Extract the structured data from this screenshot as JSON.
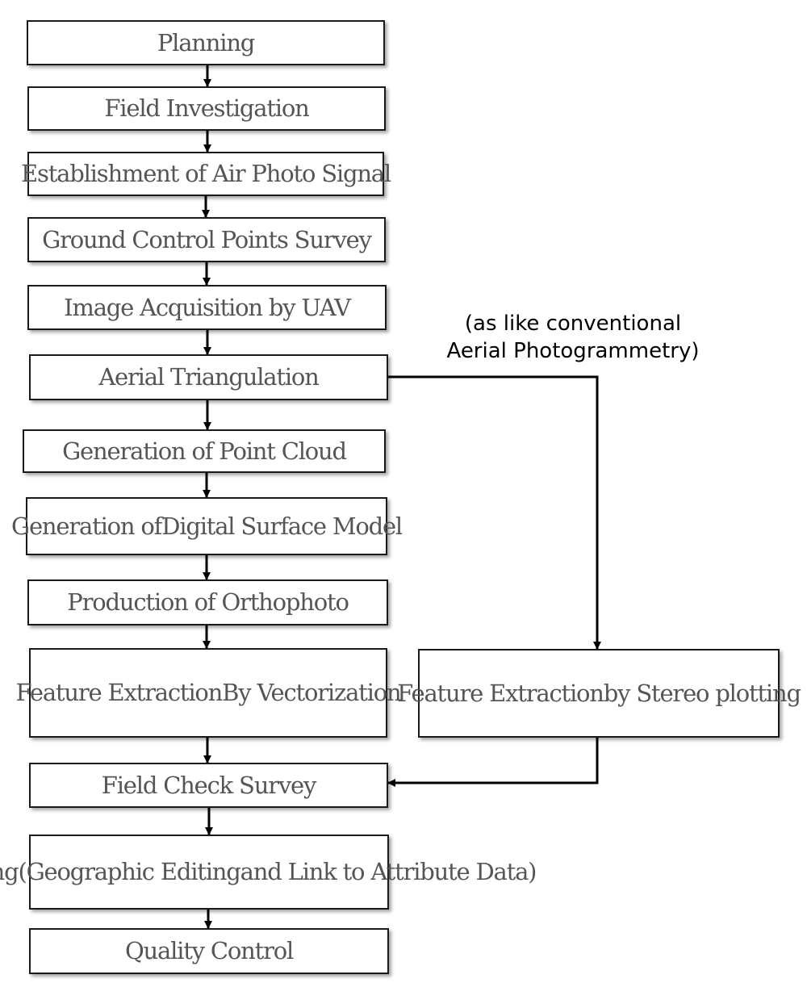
{
  "diagram": {
    "steps": [
      {
        "id": "planning",
        "lines": [
          "Planning"
        ]
      },
      {
        "id": "field-investigation",
        "lines": [
          "Field Investigation"
        ]
      },
      {
        "id": "air-photo-signal",
        "lines": [
          "Establishment of Air Photo Signal"
        ]
      },
      {
        "id": "gcp-survey",
        "lines": [
          "Ground Control Points Survey"
        ]
      },
      {
        "id": "image-acquisition",
        "lines": [
          "Image Acquisition by UAV"
        ]
      },
      {
        "id": "aerial-triangulation",
        "lines": [
          "Aerial Triangulation"
        ]
      },
      {
        "id": "point-cloud",
        "lines": [
          "Generation of Point Cloud"
        ]
      },
      {
        "id": "dsm",
        "lines": [
          "Generation of",
          "Digital Surface Model"
        ]
      },
      {
        "id": "orthophoto",
        "lines": [
          "Production of Orthophoto"
        ]
      },
      {
        "id": "vectorization",
        "lines": [
          "Feature Extraction",
          "By Vectorization"
        ]
      },
      {
        "id": "field-check",
        "lines": [
          "Field Check Survey"
        ]
      },
      {
        "id": "map-editing",
        "lines": [
          "Map Editing(Geographic Editing",
          "and Link to Attribute Data)"
        ]
      },
      {
        "id": "quality-control",
        "lines": [
          "Quality Control"
        ]
      }
    ],
    "branch": {
      "id": "stereo-plotting",
      "lines": [
        "Feature Extraction",
        "by Stereo plotting"
      ]
    },
    "note": {
      "lines": [
        "(as like conventional",
        "Aerial Photogrammetry)"
      ]
    }
  }
}
